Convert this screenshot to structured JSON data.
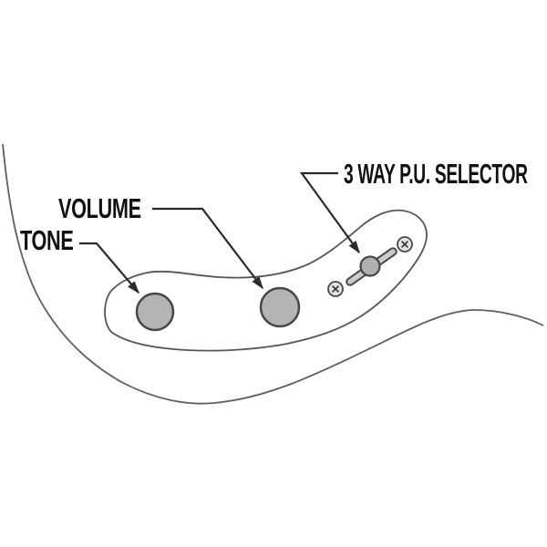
{
  "diagram": {
    "labels": {
      "tone": "TONE",
      "volume": "VOLUME",
      "selector": "3 WAY P.U. SELECTOR"
    },
    "colors": {
      "background": "#ffffff",
      "body_outline": "#5f5f5f",
      "plate_outline": "#565656",
      "knob_fill": "#b4b4b4",
      "knob_stroke": "#474747",
      "selector_knob_fill": "#b0b0b0",
      "lever_fill": "#cbcbcb",
      "lever_stroke": "#474747",
      "screw_fill": "#e3e3e3",
      "screw_stroke": "#474747",
      "leader_line": "#2b2b2b",
      "label_text": "#111111"
    },
    "icons": {
      "tone_knob": "control-knob",
      "volume_knob": "control-knob",
      "selector": "lever-switch",
      "screw": "cross-head-screw"
    }
  }
}
